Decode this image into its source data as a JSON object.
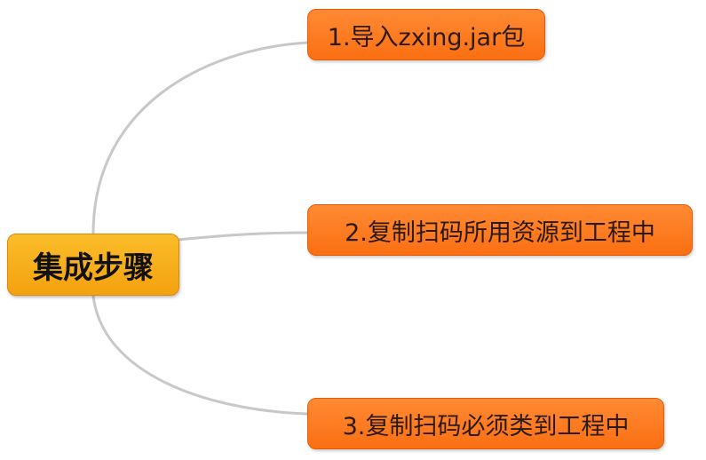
{
  "root": {
    "label": "集成步骤"
  },
  "children": [
    {
      "label": "1.导入zxing.jar包"
    },
    {
      "label": "2.复制扫码所用资源到工程中"
    },
    {
      "label": "3.复制扫码必须类到工程中"
    }
  ],
  "colors": {
    "root": "#f3a10f",
    "child": "#fb6f12",
    "link": "#c8c8c8"
  }
}
